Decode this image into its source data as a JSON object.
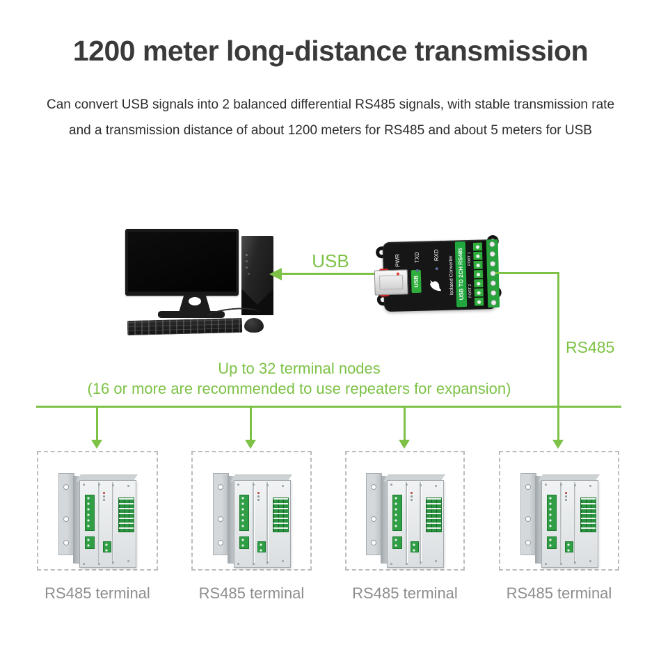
{
  "page": {
    "title": "1200 meter long-distance transmission",
    "subtitle_line1": "Can convert USB signals into 2 balanced differential RS485 signals, with stable transmission rate",
    "subtitle_line2": "and a transmission distance of about 1200 meters for RS485 and about 5 meters for USB"
  },
  "colors": {
    "accent_green": "#7DC246",
    "title_gray": "#3A3A3A",
    "terminal_label_gray": "#8D8D8D",
    "device_green": "#2FAE3C"
  },
  "diagram": {
    "usb_link_label": "USB",
    "rs485_link_label": "RS485",
    "caption_line1": "Up to 32 terminal nodes",
    "caption_line2": "(16 or more are recommended to use repeaters for expansion)",
    "converter": {
      "strip_label": "USB TO 2CH RS485",
      "strip_sublabel": "Isolated Converter",
      "usb_port_tag": "USB",
      "led_labels": [
        "PWR",
        "TXD",
        "RXD"
      ],
      "port_labels": [
        "PORT 1",
        "PORT 2"
      ]
    },
    "terminals": [
      {
        "label": "RS485 terminal"
      },
      {
        "label": "RS485 terminal"
      },
      {
        "label": "RS485 terminal"
      },
      {
        "label": "RS485 terminal"
      }
    ]
  }
}
